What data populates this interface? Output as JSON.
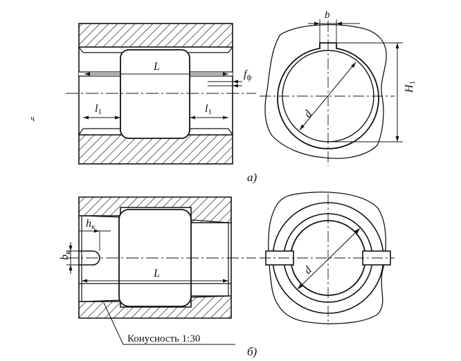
{
  "figure_a": {
    "caption": "а)",
    "labels": {
      "L": "L",
      "l1_left": "l",
      "l1_left_sub": "1",
      "l1_right": "l",
      "l1_right_sub": "1",
      "f": "f",
      "f_sub": "ф",
      "b": "b",
      "d": "d",
      "H": "H",
      "H_sub": "1"
    }
  },
  "figure_b": {
    "caption": "б)",
    "labels": {
      "L": "L",
      "hk": "h",
      "hk_sub": "к",
      "bk": "b",
      "bk_sub": "к",
      "d": "d"
    },
    "note": "Конусность 1:30"
  },
  "stray_mark": "ч"
}
